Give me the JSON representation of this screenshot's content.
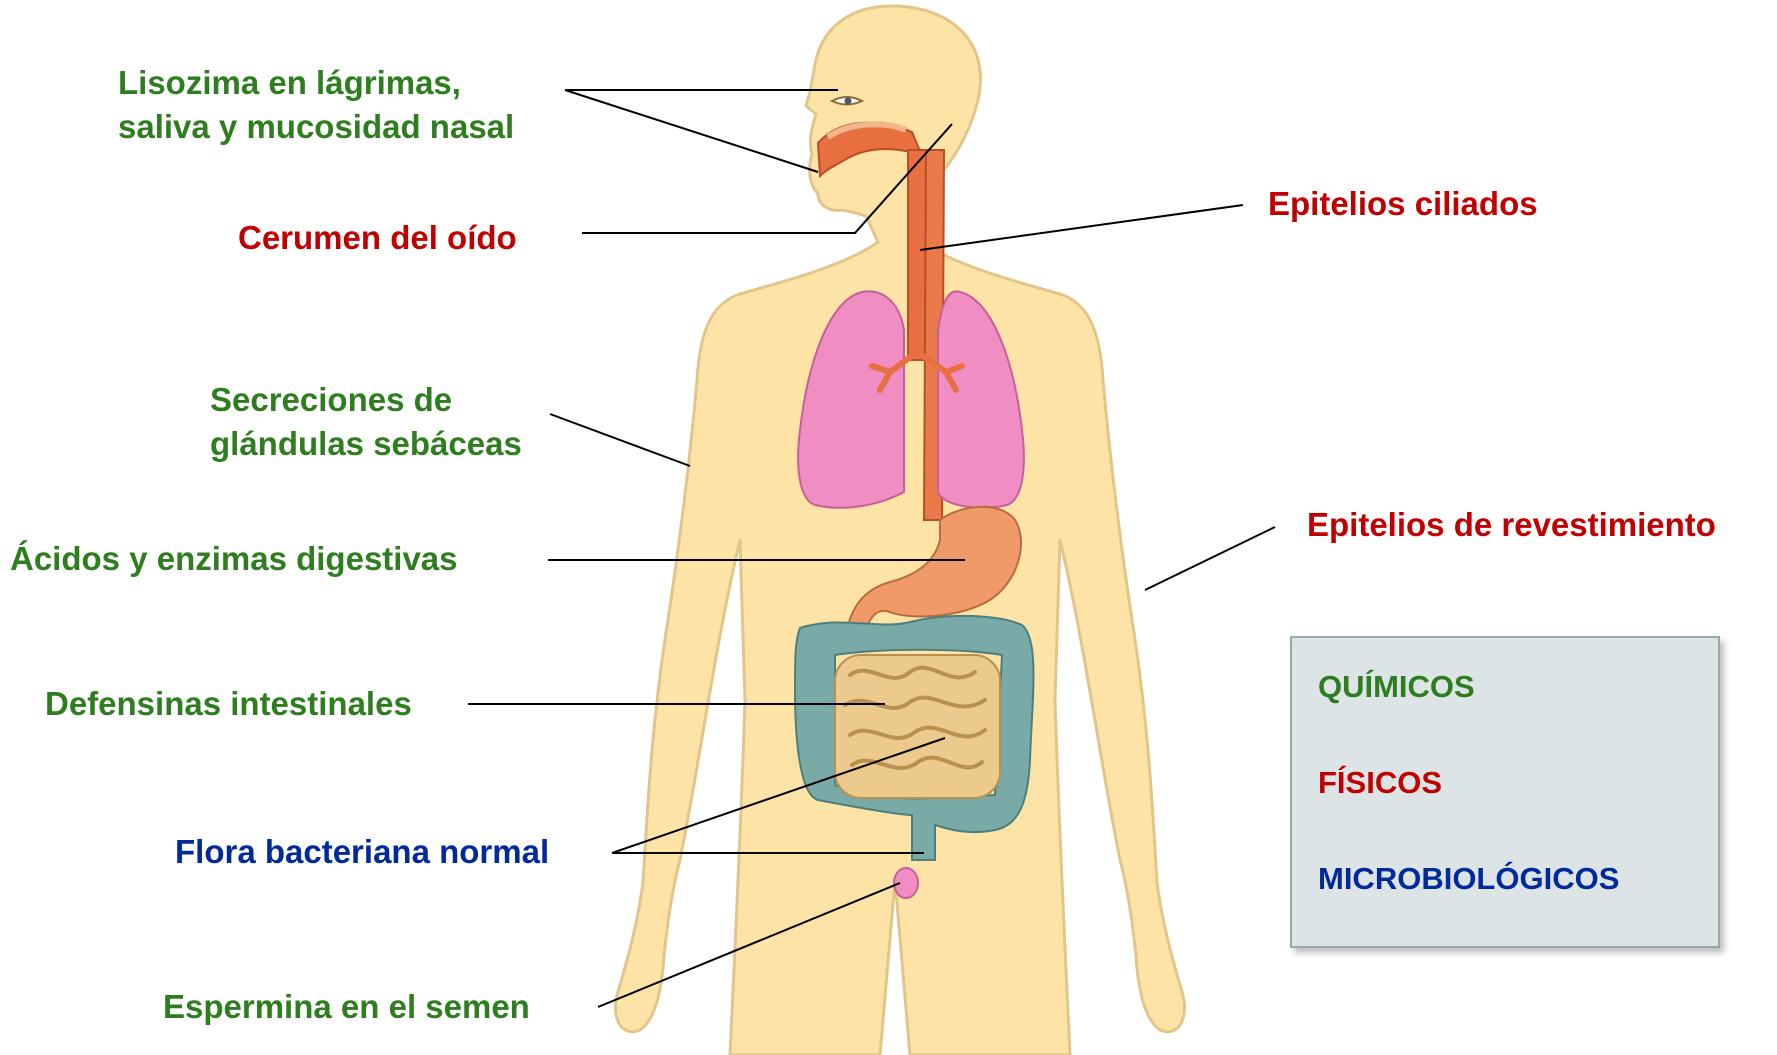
{
  "labels": {
    "lisozima_line1": "Lisozima en lágrimas,",
    "lisozima_line2": "saliva y mucosidad nasal",
    "cerumen": "Cerumen del oído",
    "epitelios_ciliados": "Epitelios ciliados",
    "secreciones_line1": "Secreciones de",
    "secreciones_line2": "glándulas sebáceas",
    "acidos": "Ácidos y enzimas digestivas",
    "epitelios_revestimiento": "Epitelios de revestimiento",
    "defensinas": "Defensinas intestinales",
    "flora": "Flora bacteriana normal",
    "espermina": "Espermina en el semen"
  },
  "legend": {
    "quimicos": "QUÍMICOS",
    "fisicos": "FÍSICOS",
    "microbiologicos": "MICROBIOLÓGICOS"
  },
  "colors": {
    "quimicos": "#2e7d1f",
    "fisicos": "#c00000",
    "microbiologicos": "#002a9a",
    "skin": "#fde4a6",
    "skin_outline": "#e2c58a",
    "lungs": "#f08ec4",
    "tract": "#e86f3f",
    "stomach": "#ef9a68",
    "large_intestine": "#79aaa8",
    "small_intestine": "#ecc98c"
  }
}
